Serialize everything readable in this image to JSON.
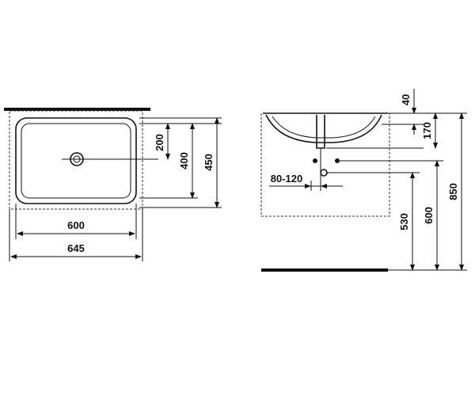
{
  "dimensions": {
    "top_view": {
      "inner_width": "600",
      "outer_width": "645",
      "depth_200": "200",
      "depth_400": "400",
      "depth_450": "450"
    },
    "side_view": {
      "rim_40": "40",
      "bowl_170": "170",
      "drain_offset": "80-120",
      "height_530": "530",
      "height_600": "600",
      "height_850": "850"
    }
  },
  "colors": {
    "line": "#111111",
    "background": "#ffffff"
  }
}
